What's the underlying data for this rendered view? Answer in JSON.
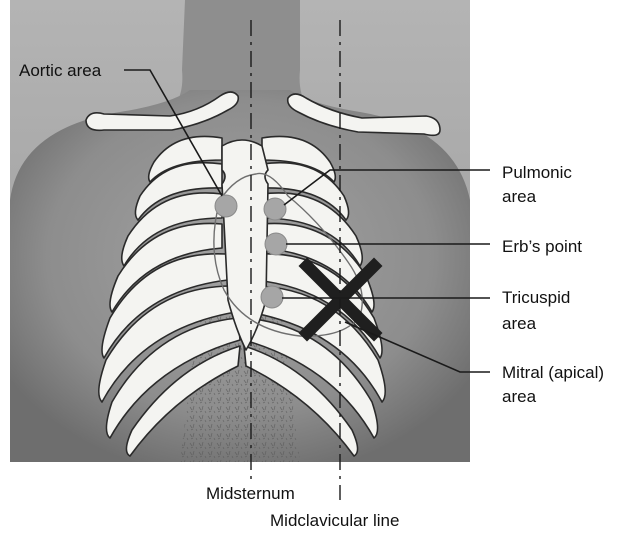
{
  "labels": {
    "aortic": "Aortic area",
    "pulmonic_1": "Pulmonic",
    "pulmonic_2": "area",
    "erbs": "Erb’s point",
    "tricuspid_1": "Tricuspid",
    "tricuspid_2": "area",
    "mitral_1": "Mitral (apical)",
    "mitral_2": "area",
    "midsternum": "Midsternum",
    "midclavicular": "Midclavicular line"
  },
  "marker": {
    "symbol": "X",
    "meaning": "mitral (apical) area"
  },
  "colors": {
    "photo_background": "#9d9d9d",
    "skin": "#8a8a8a",
    "bone": "#f4f4f1",
    "auscultation_spot": "#a6a6a6",
    "marker": "#1f1f1f",
    "text": "#111111"
  }
}
